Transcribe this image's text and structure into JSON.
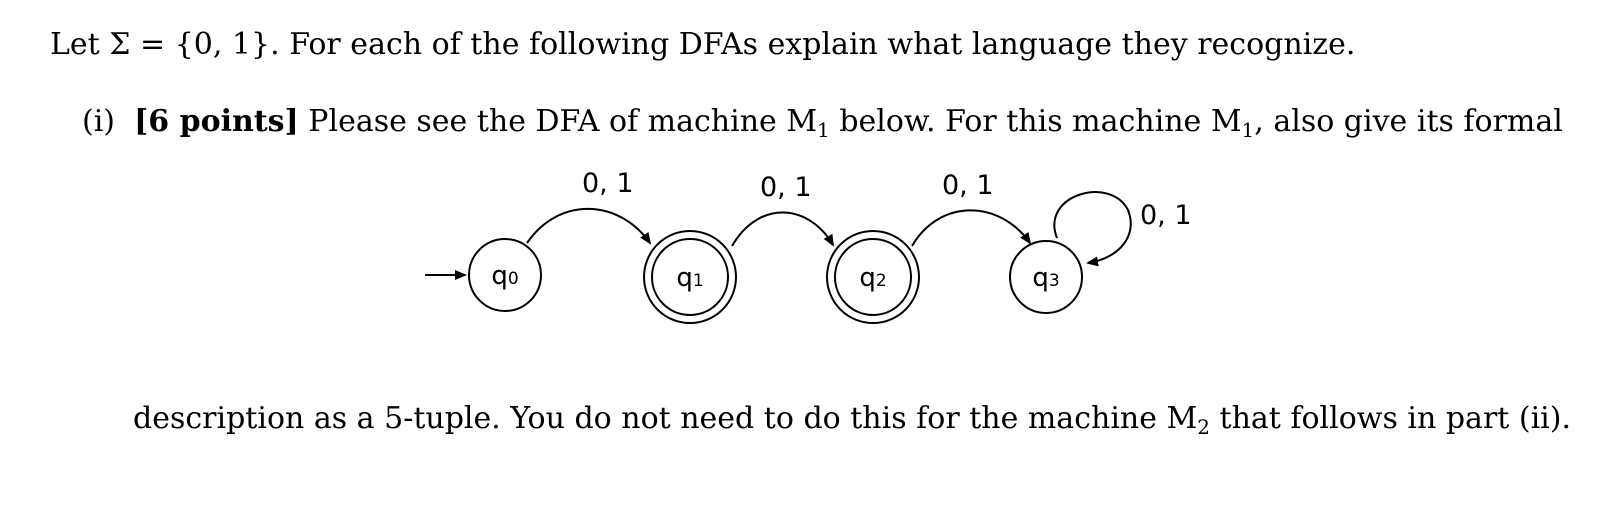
{
  "intro": {
    "prefix": "Let ",
    "sigma": "Σ = {0, 1}",
    "suffix": ". For each of the following DFAs explain what language they recognize."
  },
  "part_i": {
    "number": "(i)",
    "points": "[6 points]",
    "text_before": " Please see the DFA of machine ",
    "machine": "M",
    "machine_sub": "1",
    "text_middle": " below. For this machine ",
    "machine2": "M",
    "machine2_sub": "1",
    "text_after": ", also give its formal"
  },
  "description": {
    "text_before": "description as a 5-tuple. You do not need to do this for the machine ",
    "machine": "M",
    "machine_sub": "2",
    "text_after": " that follows in part (ii)."
  },
  "dfa": {
    "start_state": "q0",
    "states": [
      {
        "id": "q0",
        "base": "q",
        "sub": "0",
        "accepting": false
      },
      {
        "id": "q1",
        "base": "q",
        "sub": "1",
        "accepting": true
      },
      {
        "id": "q2",
        "base": "q",
        "sub": "2",
        "accepting": true
      },
      {
        "id": "q3",
        "base": "q",
        "sub": "3",
        "accepting": false
      }
    ],
    "transitions": [
      {
        "from": "q0",
        "to": "q1",
        "label": "0, 1"
      },
      {
        "from": "q1",
        "to": "q2",
        "label": "0, 1"
      },
      {
        "from": "q2",
        "to": "q3",
        "label": "0, 1"
      },
      {
        "from": "q3",
        "to": "q3",
        "label": "0, 1"
      }
    ]
  }
}
